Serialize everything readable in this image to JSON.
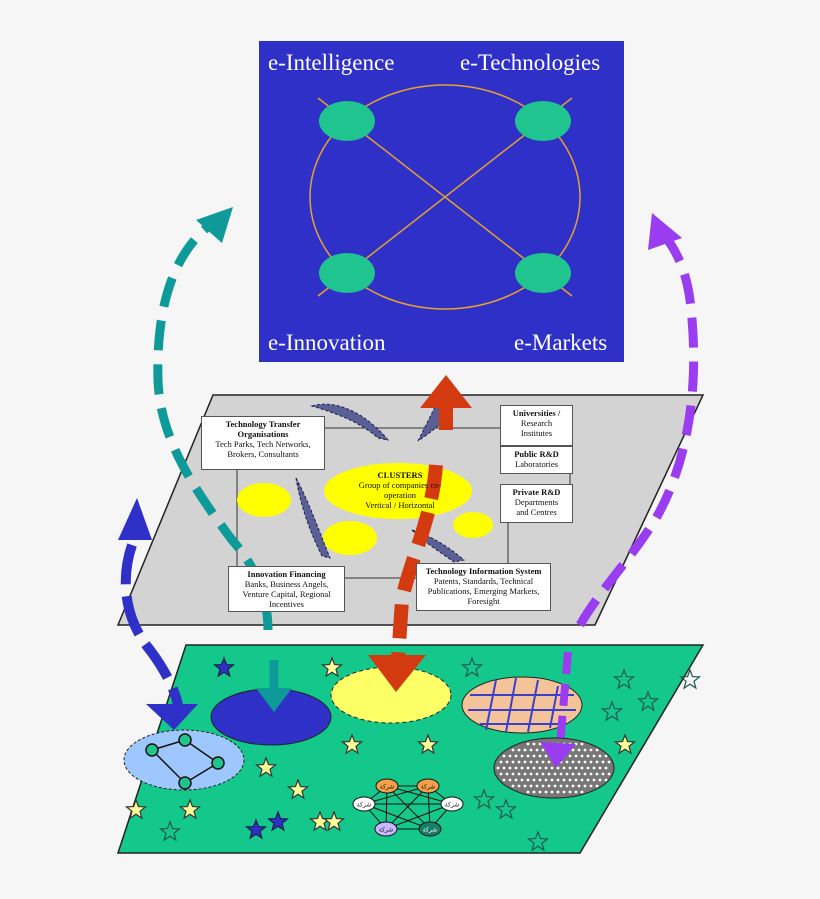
{
  "top_panel": {
    "labels": {
      "top_left": "e-Intelligence",
      "top_right": "e-Technologies",
      "bottom_left": "e-Innovation",
      "bottom_right": "e-Markets"
    },
    "colors": {
      "background": "#2f30c8",
      "node": "#1fc48e",
      "ring": "#e8a030"
    }
  },
  "middle_plane": {
    "boxes": {
      "ttos": {
        "title": "Technology Transfer Organisations",
        "body": "Tech Parks, Tech Networks,\nBrokers, Consultants"
      },
      "universities": {
        "title": "Universities /",
        "body": "Research\nInstitutes"
      },
      "public_rd": {
        "title": "Public R&D",
        "body": "Laboratories"
      },
      "private_rd": {
        "title": "Private R&D",
        "body": "Departments\nand Centres"
      },
      "financing": {
        "title": "Innovation Financing",
        "body": "Banks, Business Angels,\nVenture Capital, Regional\nIncentives"
      },
      "tech_info": {
        "title": "Technology Information System",
        "body": "Patents, Standards, Technical\nPublications, Emerging Markets,\nForesight"
      }
    },
    "clusters": {
      "title": "CLUSTERS",
      "body": "Group of companies co-\noperation\nVertical / Horizontal"
    },
    "colors": {
      "plane": "#d3d3d3",
      "cluster": "#ffff00"
    }
  },
  "bottom_plane": {
    "network_nodes": [
      "شركة",
      "شركة",
      "شركة",
      "شركة",
      "شركة",
      "شركة"
    ],
    "colors": {
      "plane": "#14c88c",
      "star": "#ffff99"
    }
  },
  "arrows": {
    "teal": "#0f9a9a",
    "purple": "#9a3cf0",
    "navy": "#2f30c8",
    "red": "#d43a10"
  }
}
